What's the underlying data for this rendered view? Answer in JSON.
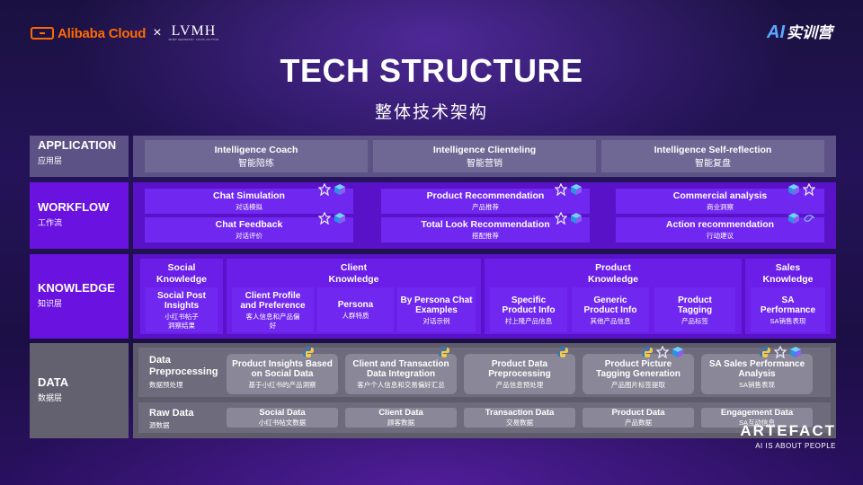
{
  "header": {
    "brand_alibaba": "Alibaba Cloud",
    "separator": "×",
    "brand_lvmh": "LVMH",
    "brand_lvmh_sub": "MOËT HENNESSY. LOUIS VUITTON",
    "brand_ai_en": "AI",
    "brand_ai_cn": "实训营",
    "title": "TECH STRUCTURE",
    "subtitle": "整体技术架构"
  },
  "rows": {
    "application": {
      "en": "APPLICATION",
      "cn": "应用层"
    },
    "workflow": {
      "en": "WORKFLOW",
      "cn": "工作流"
    },
    "knowledge": {
      "en": "KNOWLEDGE",
      "cn": "知识层"
    },
    "data": {
      "en": "DATA",
      "cn": "数据层"
    }
  },
  "application": [
    {
      "en": "Intelligence Coach",
      "cn": "智能陪练"
    },
    {
      "en": "Intelligence Clienteling",
      "cn": "智能营销"
    },
    {
      "en": "Intelligence Self-reflection",
      "cn": "智能复盘"
    }
  ],
  "workflow": [
    {
      "en": "Chat Simulation",
      "cn": "对话模拟"
    },
    {
      "en": "Chat Feedback",
      "cn": "对话评价"
    },
    {
      "en": "Product Recommendation",
      "cn": "产品推荐"
    },
    {
      "en": "Total Look Recommendation",
      "cn": "搭配推荐"
    },
    {
      "en": "Commercial analysis",
      "cn": "商业洞察"
    },
    {
      "en": "Action recommendation",
      "cn": "行动建议"
    }
  ],
  "knowledge": {
    "groups": [
      {
        "en1": "Social",
        "en2": "Knowledge"
      },
      {
        "en1": "Client",
        "en2": "Knowledge"
      },
      {
        "en1": "Product",
        "en2": "Knowledge"
      },
      {
        "en1": "Sales",
        "en2": "Knowledge"
      }
    ],
    "items": [
      {
        "en1": "Social Post",
        "en2": "Insights",
        "cn1": "小红书帖子",
        "cn2": "洞察结果"
      },
      {
        "en1": "Client Profile",
        "en2": "and Preference",
        "cn1": "客人信息和产品偏",
        "cn2": "好"
      },
      {
        "en1": "Persona",
        "en2": "",
        "cn1": "人群特质",
        "cn2": ""
      },
      {
        "en1": "By Persona Chat",
        "en2": "Examples",
        "cn1": "对话示例",
        "cn2": ""
      },
      {
        "en1": "Specific",
        "en2": "Product Info",
        "cn1": "村上隆产品信息",
        "cn2": ""
      },
      {
        "en1": "Generic",
        "en2": "Product Info",
        "cn1": "其他产品信息",
        "cn2": ""
      },
      {
        "en1": "Product",
        "en2": "Tagging",
        "cn1": "产品标签",
        "cn2": ""
      },
      {
        "en1": "SA",
        "en2": "Performance",
        "cn1": "SA销售表现",
        "cn2": ""
      }
    ]
  },
  "data": {
    "preprocessing_label": {
      "en1": "Data",
      "en2": "Preprocessing",
      "cn": "数据预处理"
    },
    "raw_label": {
      "en": "Raw Data",
      "cn": "源数据"
    },
    "preprocessing": [
      {
        "en1": "Product Insights Based",
        "en2": "on Social Data",
        "cn": "基于小红书的产品洞察"
      },
      {
        "en1": "Client and Transaction",
        "en2": "Data Integration",
        "cn": "客户个人信息和交易偏好汇总"
      },
      {
        "en1": "Product Data",
        "en2": "Preprocessing",
        "cn": "产品信息预处理"
      },
      {
        "en1": "Product Picture",
        "en2": "Tagging Generation",
        "cn": "产品图片标签提取"
      },
      {
        "en1": "SA Sales Performance",
        "en2": "Analysis",
        "cn": "SA销售表现"
      }
    ],
    "raw": [
      {
        "en": "Social Data",
        "cn": "小红书帖文数据"
      },
      {
        "en": "Client Data",
        "en_cn": "",
        "cn": "顾客数据"
      },
      {
        "en": "Transaction Data",
        "cn": "交易数据"
      },
      {
        "en": "Product Data",
        "cn": "产品数据"
      },
      {
        "en": "Engagement Data",
        "cn": "SA互动信息"
      }
    ]
  },
  "footer": {
    "brand": "ARTEFACT",
    "tagline": "AI IS ABOUT PEOPLE"
  },
  "colors": {
    "alibaba_orange": "#ff6a00",
    "workflow_purple": "#6a12e0",
    "app_gray_purple": "#5d5285",
    "data_gray": "#636170"
  },
  "icons": [
    "dify-star-icon",
    "cube-icon",
    "python-icon",
    "bird-icon"
  ]
}
